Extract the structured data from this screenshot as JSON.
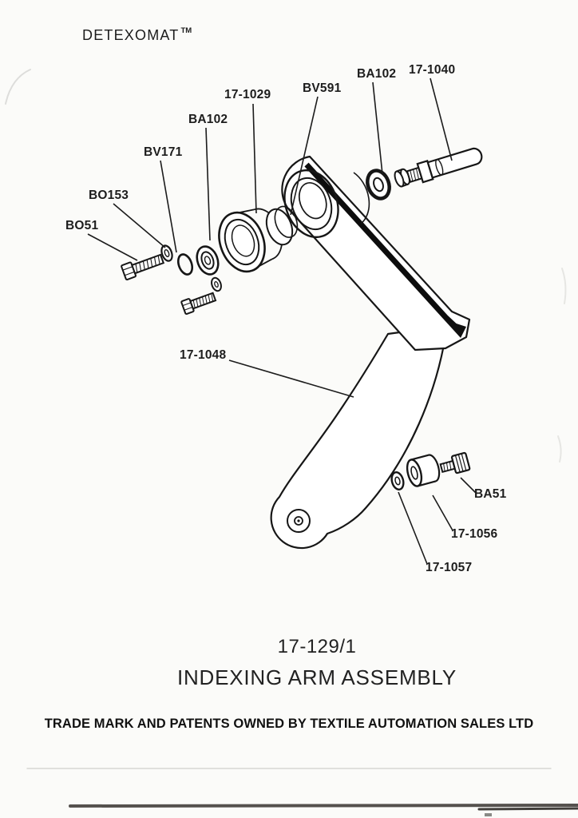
{
  "page": {
    "brand": "DETEXOMAT",
    "trademark_symbol": "TM",
    "drawing_number": "17-129/1",
    "assembly_title": "INDEXING ARM ASSEMBLY",
    "footer_note": "TRADE MARK AND PATENTS OWNED BY TEXTILE AUTOMATION SALES LTD"
  },
  "diagram": {
    "description": "Exploded parts view of the indexing arm assembly",
    "part_labels": [
      {
        "ref": "17-1029"
      },
      {
        "ref": "BV591"
      },
      {
        "ref": "BA102"
      },
      {
        "ref": "17-1040"
      },
      {
        "ref": "BA102"
      },
      {
        "ref": "BV171"
      },
      {
        "ref": "BO153"
      },
      {
        "ref": "BO51"
      },
      {
        "ref": "17-1048"
      },
      {
        "ref": "BA51"
      },
      {
        "ref": "17-1056"
      },
      {
        "ref": "17-1057"
      }
    ]
  }
}
